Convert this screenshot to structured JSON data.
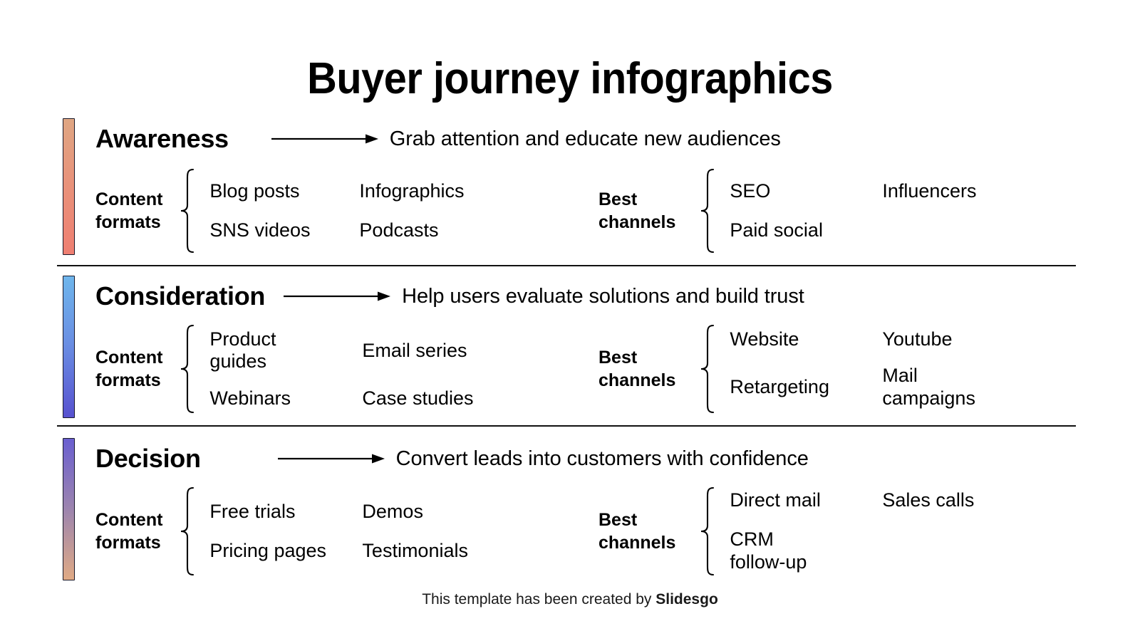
{
  "title": "Buyer journey infographics",
  "footer": {
    "prefix": "This template has been created by ",
    "brand": "Slidesgo"
  },
  "labels": {
    "content_formats": "Content\nformats",
    "best_channels": "Best\nchannels"
  },
  "colors": {
    "stage1_gradient_top": "#dfa683",
    "stage1_gradient_bottom": "#ef7f72",
    "stage2_gradient_top": "#6fb6ec",
    "stage2_gradient_bottom": "#5751cf",
    "stage3_gradient_top": "#6a5fd0",
    "stage3_gradient_bottom": "#e0aa85",
    "text": "#000000",
    "divider": "#111111",
    "bar_outline": "#1b1b2b"
  },
  "stages": [
    {
      "name": "Awareness",
      "description": "Grab attention and educate new audiences",
      "content_formats": [
        "Blog posts",
        "Infographics",
        "SNS videos",
        "Podcasts"
      ],
      "best_channels": [
        "SEO",
        "Influencers",
        "Paid social",
        ""
      ]
    },
    {
      "name": "Consideration",
      "description": "Help users evaluate solutions and build trust",
      "content_formats": [
        "Product\nguides",
        "Email series",
        "Webinars",
        "Case studies"
      ],
      "best_channels": [
        "Website",
        "Youtube",
        "Retargeting",
        "Mail\ncampaigns"
      ]
    },
    {
      "name": "Decision",
      "description": "Convert leads into customers with confidence",
      "content_formats": [
        "Free trials",
        "Demos",
        "Pricing pages",
        "Testimonials"
      ],
      "best_channels": [
        "Direct mail",
        "Sales calls",
        "CRM\nfollow-up",
        ""
      ]
    }
  ],
  "icons": {
    "arrow": "arrow-right-icon",
    "brace": "curly-brace-icon"
  }
}
